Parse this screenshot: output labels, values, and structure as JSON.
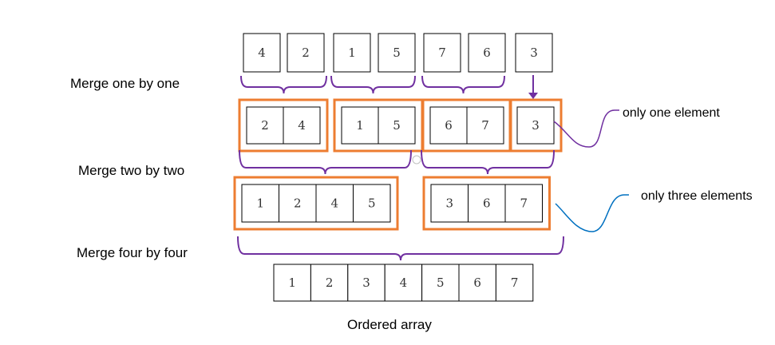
{
  "rows": {
    "input": [
      [
        "4"
      ],
      [
        "2"
      ],
      [
        "1"
      ],
      [
        "5"
      ],
      [
        "7"
      ],
      [
        "6"
      ],
      [
        "3"
      ]
    ],
    "pass1": [
      [
        "2",
        "4"
      ],
      [
        "1",
        "5"
      ],
      [
        "6",
        "7"
      ],
      [
        "3"
      ]
    ],
    "pass2": [
      [
        "1",
        "2",
        "4",
        "5"
      ],
      [
        "3",
        "6",
        "7"
      ]
    ],
    "result": [
      [
        "1",
        "2",
        "3",
        "4",
        "5",
        "6",
        "7"
      ]
    ]
  },
  "labels": {
    "merge_one": "Merge one by one",
    "merge_two": "Merge two by two",
    "merge_four": "Merge four by four",
    "result": "Ordered array"
  },
  "notes": {
    "one_element": "only one element",
    "three_elements": "only three elements"
  },
  "colors": {
    "brace": "#7030a0",
    "group_box": "#ed7d31",
    "note_one_line": "#7030a0",
    "note_three_line": "#0070c0"
  }
}
